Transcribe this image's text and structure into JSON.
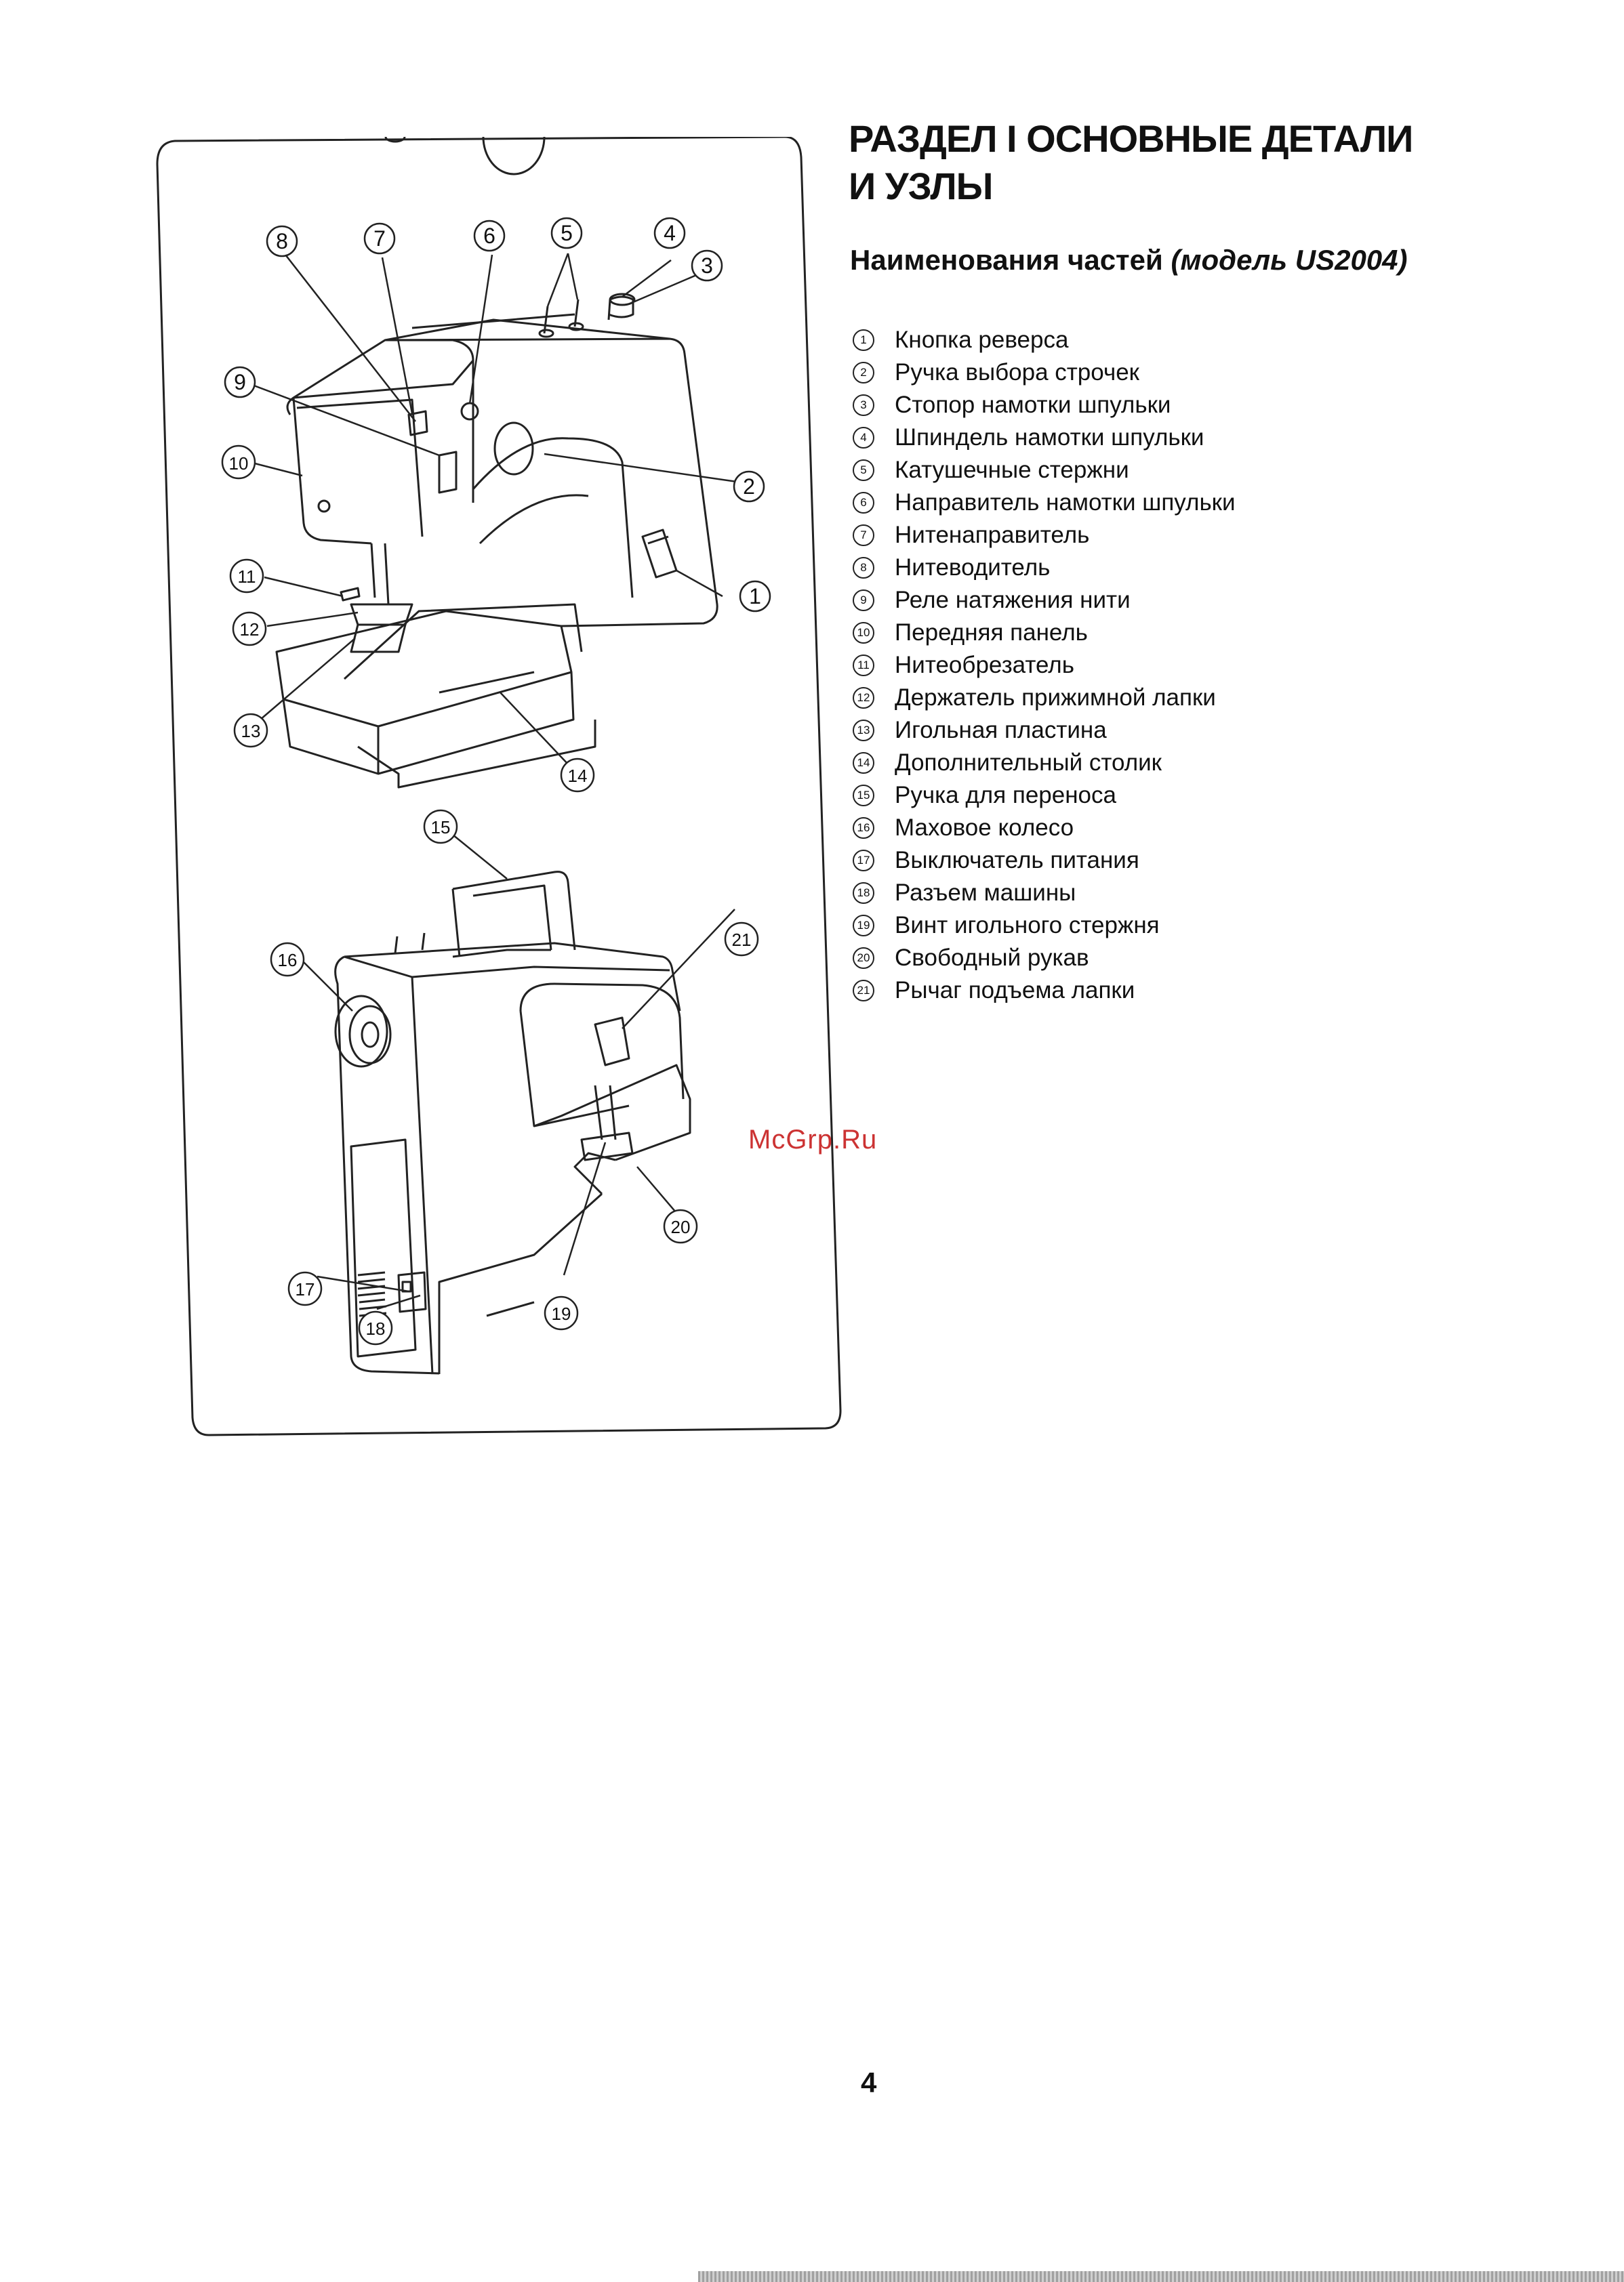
{
  "section_title_lines": [
    "РАЗДЕЛ I ОСНОВНЫЕ ДЕТАЛИ",
    "И УЗЛЫ"
  ],
  "subtitle": {
    "prefix": "Наименования частей",
    "model": "(модель US2004)"
  },
  "parts": [
    {
      "num": "1",
      "label": "Кнопка реверса"
    },
    {
      "num": "2",
      "label": "Ручка выбора строчек"
    },
    {
      "num": "3",
      "label": "Стопор намотки шпульки"
    },
    {
      "num": "4",
      "label": "Шпиндель намотки шпульки"
    },
    {
      "num": "5",
      "label": "Катушечные стержни"
    },
    {
      "num": "6",
      "label": "Направитель намотки шпульки"
    },
    {
      "num": "7",
      "label": "Нитенаправитель"
    },
    {
      "num": "8",
      "label": "Нитеводитель"
    },
    {
      "num": "9",
      "label": "Реле натяжения нити"
    },
    {
      "num": "10",
      "label": "Передняя панель"
    },
    {
      "num": "11",
      "label": "Нитеобрезатель"
    },
    {
      "num": "12",
      "label": "Держатель прижимной лапки"
    },
    {
      "num": "13",
      "label": "Игольная пластина"
    },
    {
      "num": "14",
      "label": "Дополнительный столик"
    },
    {
      "num": "15",
      "label": "Ручка для переноса"
    },
    {
      "num": "16",
      "label": "Маховое колесо"
    },
    {
      "num": "17",
      "label": "Выключатель питания"
    },
    {
      "num": "18",
      "label": "Разъем машины"
    },
    {
      "num": "19",
      "label": "Винт игольного стержня"
    },
    {
      "num": "20",
      "label": "Свободный рукав"
    },
    {
      "num": "21",
      "label": "Рычаг подъема лапки"
    }
  ],
  "diagram_callouts": [
    "1",
    "2",
    "3",
    "4",
    "5",
    "6",
    "7",
    "8",
    "9",
    "10",
    "11",
    "12",
    "13",
    "14",
    "15",
    "16",
    "17",
    "18",
    "19",
    "20",
    "21"
  ],
  "watermark": "McGrp.Ru",
  "page_number": "4",
  "colors": {
    "ink": "#111111",
    "watermark": "#cc3333",
    "paper": "#ffffff"
  }
}
